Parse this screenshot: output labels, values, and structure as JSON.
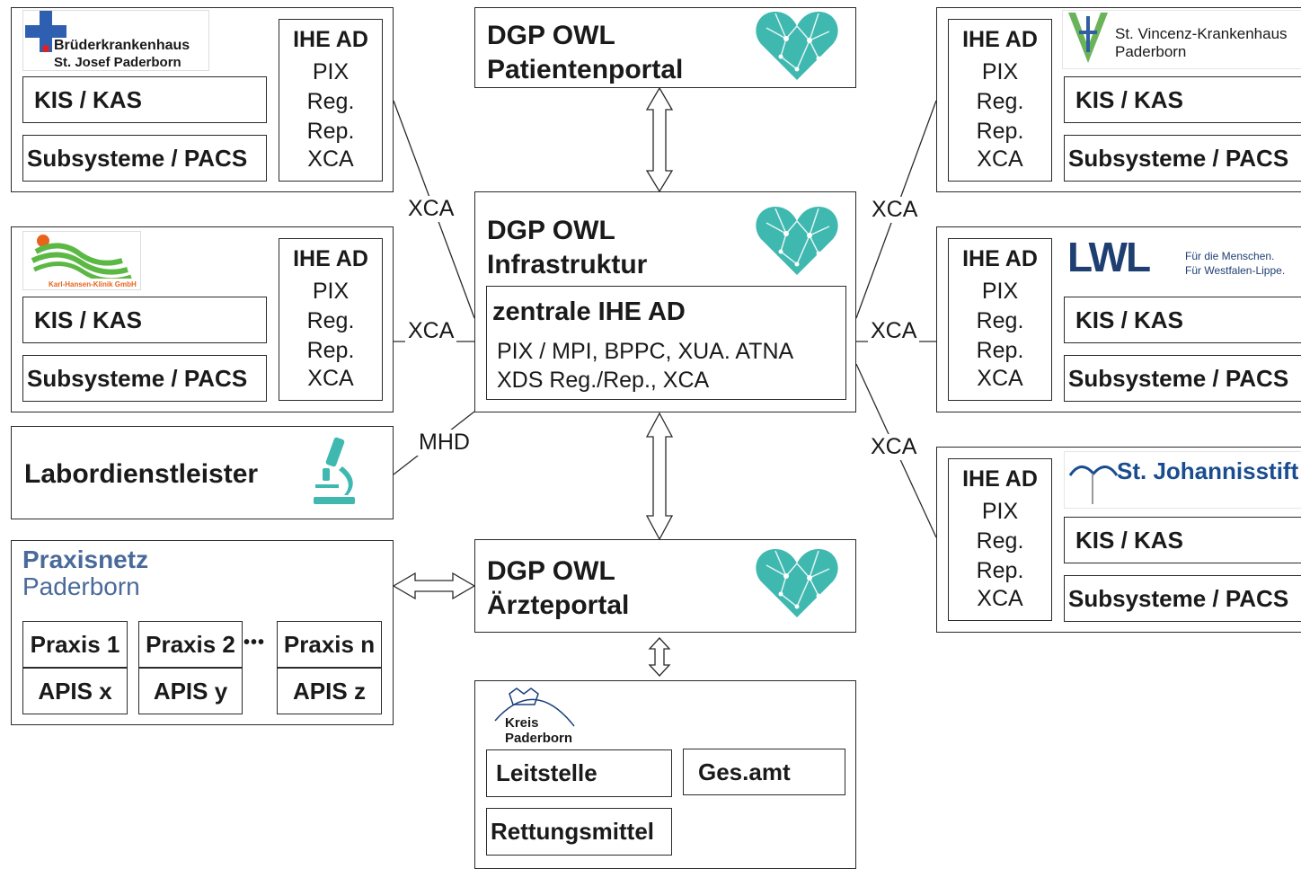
{
  "center": {
    "patient_portal": {
      "line1": "DGP OWL",
      "line2": "Patientenportal"
    },
    "infrastructure": {
      "line1": "DGP OWL",
      "line2": "Infrastruktur"
    },
    "central_ihe": {
      "title": "zentrale IHE AD",
      "line1": "PIX / MPI, BPPC, XUA. ATNA",
      "line2": "XDS Reg./Rep., XCA"
    },
    "doctor_portal": {
      "line1": "DGP OWL",
      "line2": "Ärzteportal"
    }
  },
  "ihe_block": {
    "title": "IHE AD",
    "items": [
      "PIX",
      "Reg.",
      "Rep.",
      "XCA"
    ]
  },
  "hospitals_left": [
    {
      "logo_line1": "Brüderkrankenhaus",
      "logo_line2": "St. Josef Paderborn",
      "kis": "KIS / KAS",
      "sub": "Subsysteme / PACS"
    },
    {
      "logo_text": "Karl-Hansen-Klinik GmbH",
      "kis": "KIS / KAS",
      "sub": "Subsysteme / PACS"
    }
  ],
  "hospitals_right": [
    {
      "logo_line1": "St. Vincenz-Krankenhaus",
      "logo_line2": "Paderborn",
      "kis": "KIS / KAS",
      "sub": "Subsysteme / PACS"
    },
    {
      "logo_text": "LWL",
      "logo_sub1": "Für die Menschen.",
      "logo_sub2": "Für Westfalen-Lippe.",
      "kis": "KIS / KAS",
      "sub": "Subsysteme / PACS"
    },
    {
      "logo_text": "St. Johannisstift",
      "kis": "KIS / KAS",
      "sub": "Subsysteme / PACS"
    }
  ],
  "lab": {
    "label": "Labordienstleister"
  },
  "praxisnetz": {
    "logo_line1": "Praxisnetz",
    "logo_line2": "Paderborn",
    "practices": [
      {
        "name": "Praxis 1",
        "apis": "APIS x"
      },
      {
        "name": "Praxis 2",
        "apis": "APIS y"
      },
      {
        "name": "Praxis n",
        "apis": "APIS z"
      }
    ],
    "dots": "•••"
  },
  "kreis": {
    "logo_line1": "Kreis",
    "logo_line2": "Paderborn",
    "leitstelle": "Leitstelle",
    "gesamt": "Ges.amt",
    "rettung": "Rettungsmittel"
  },
  "connections": {
    "xca": "XCA",
    "mhd": "MHD"
  },
  "colors": {
    "heart": "#3fb8b0",
    "lwl": "#1f3f73",
    "praxis": "#4a6a9a",
    "johannis": "#1a4d8f",
    "vincenz": "#6ab35a",
    "karl_green": "#5cb845",
    "karl_orange": "#e8641e"
  }
}
